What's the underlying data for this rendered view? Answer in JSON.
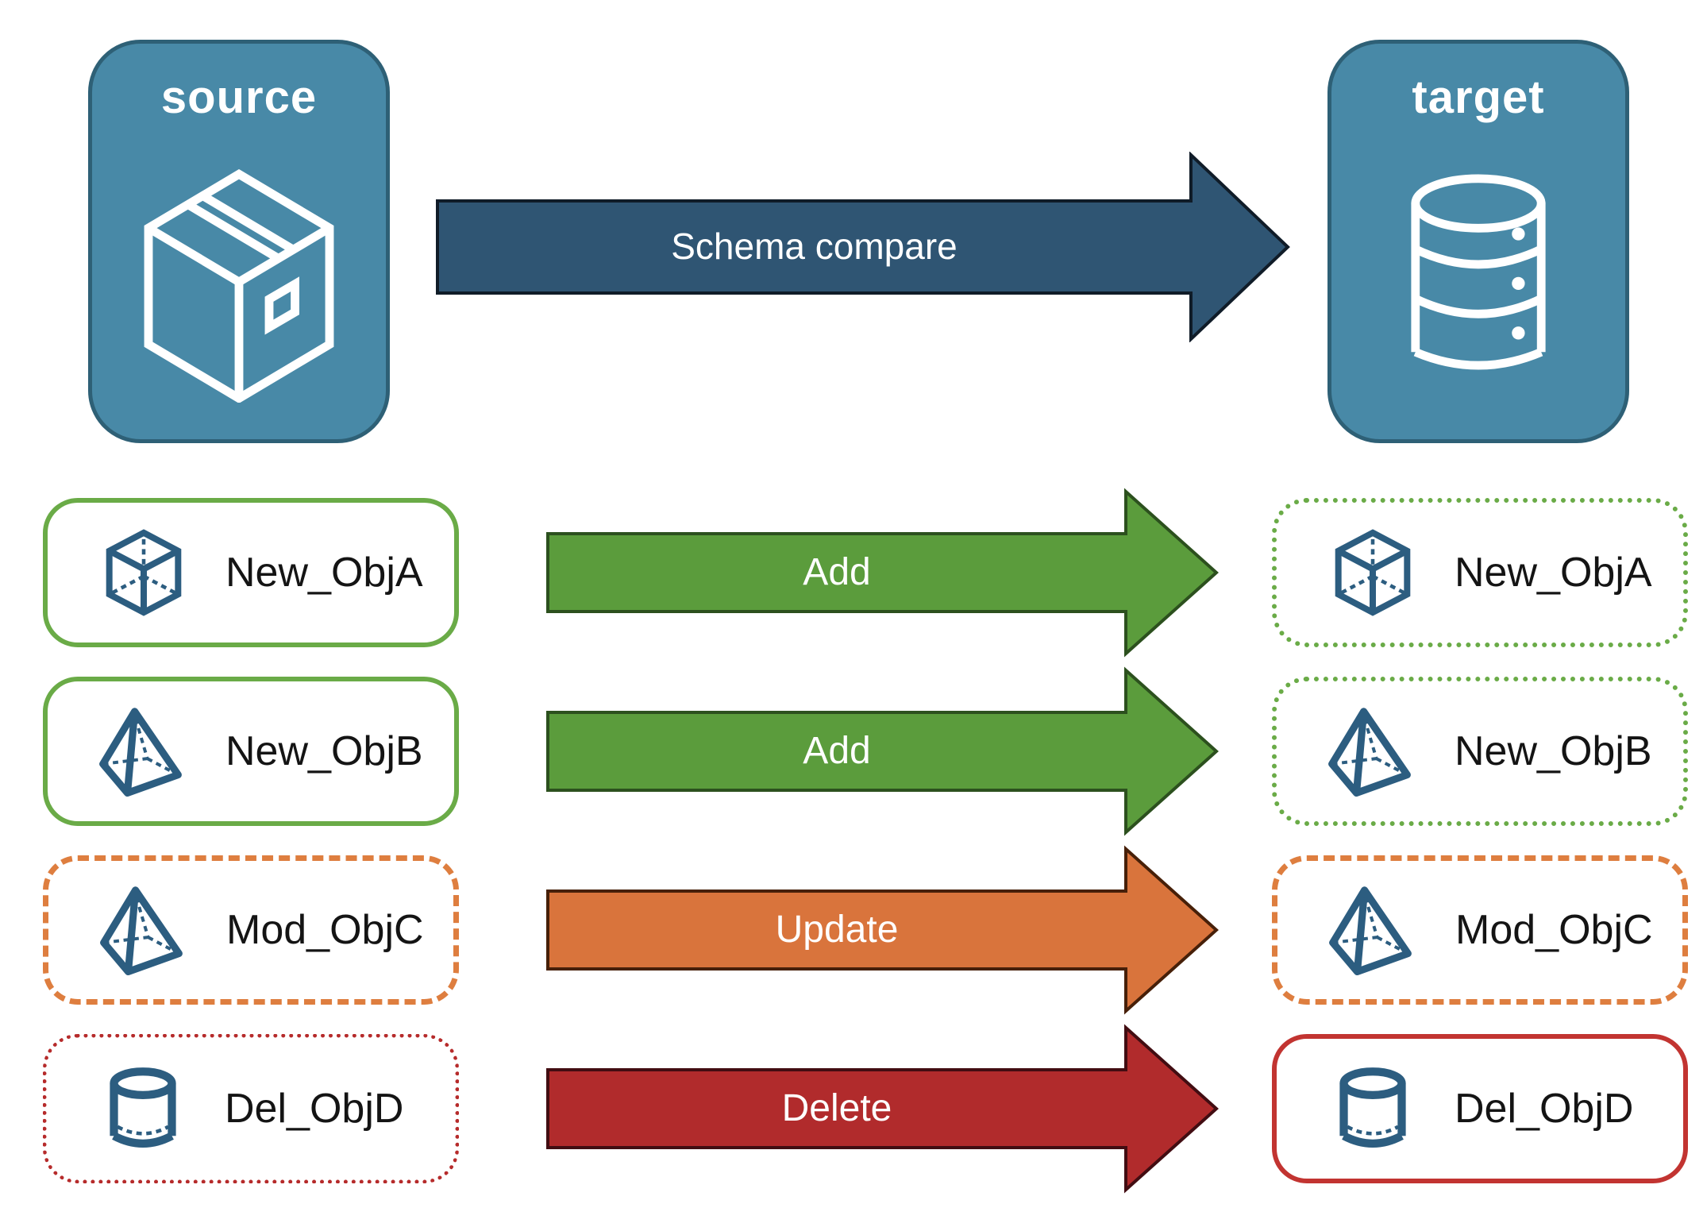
{
  "diagram": {
    "source_node": {
      "label": "source",
      "icon": "package-box-icon"
    },
    "target_node": {
      "label": "target",
      "icon": "database-icon"
    },
    "compare_arrow": {
      "label": "Schema compare",
      "fill": "#2f5573",
      "border": "#101c28"
    },
    "rows": [
      {
        "object": "New_ObjA",
        "icon": "cube-icon",
        "action": "Add",
        "arrow_fill": "#5b9c3c",
        "arrow_border": "#2c501e",
        "source_box_border": "solid green",
        "target_box_border": "dotted green"
      },
      {
        "object": "New_ObjB",
        "icon": "pyramid-icon",
        "action": "Add",
        "arrow_fill": "#5b9c3c",
        "arrow_border": "#2c501e",
        "source_box_border": "solid green",
        "target_box_border": "dotted green"
      },
      {
        "object": "Mod_ObjC",
        "icon": "pyramid-icon",
        "action": "Update",
        "arrow_fill": "#d9743c",
        "arrow_border": "#472009",
        "source_box_border": "dashed orange",
        "target_box_border": "dashed orange"
      },
      {
        "object": "Del_ObjD",
        "icon": "cylinder-icon",
        "action": "Delete",
        "arrow_fill": "#b12b2c",
        "arrow_border": "#420d12",
        "source_box_border": "dotted red",
        "target_box_border": "solid red"
      }
    ],
    "colors": {
      "node_fill": "#4889a7",
      "node_border": "#2e6076",
      "icon_blue": "#2c5d80",
      "green": "#6aab47",
      "orange": "#de7e3f",
      "red_dotted": "#b62b2b",
      "red_solid": "#c23431",
      "text": "#141414"
    }
  }
}
